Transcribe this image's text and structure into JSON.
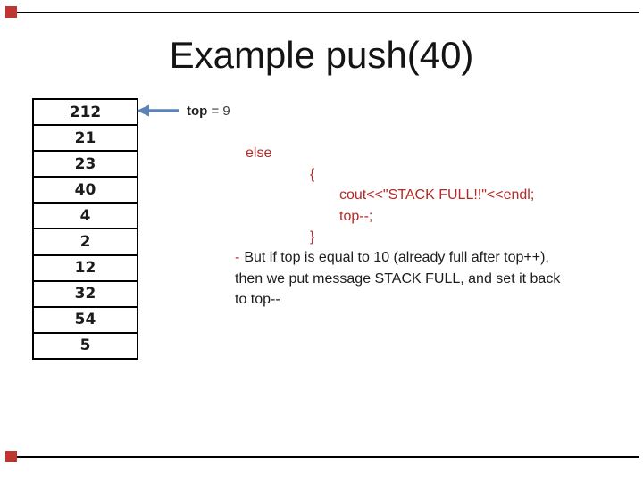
{
  "slide": {
    "title": "Example push(40)"
  },
  "colors": {
    "accent_red": "#bf3530",
    "code_red": "#b22b27",
    "arrow_blue": "#5b83b6",
    "frame_line": "#000000"
  },
  "stack": {
    "values": [
      "212",
      "21",
      "23",
      "40",
      "4",
      "2",
      "12",
      "32",
      "54",
      "5"
    ],
    "pointer_bold": "top",
    "pointer_rest": " = 9"
  },
  "code": {
    "lines": [
      {
        "text": "else",
        "indent": 12
      },
      {
        "text": "{",
        "indent": 84
      },
      {
        "text": "cout<<\"STACK FULL!!\"<<endl;",
        "indent": 117
      },
      {
        "text": "top--;",
        "indent": 117
      },
      {
        "text": "}",
        "indent": 84
      }
    ]
  },
  "note": {
    "bullet": "-",
    "line1": "But if top is equal to 10 (already full after top++),",
    "line2": "then we put message STACK FULL, and set it back",
    "line3": "to top--"
  }
}
